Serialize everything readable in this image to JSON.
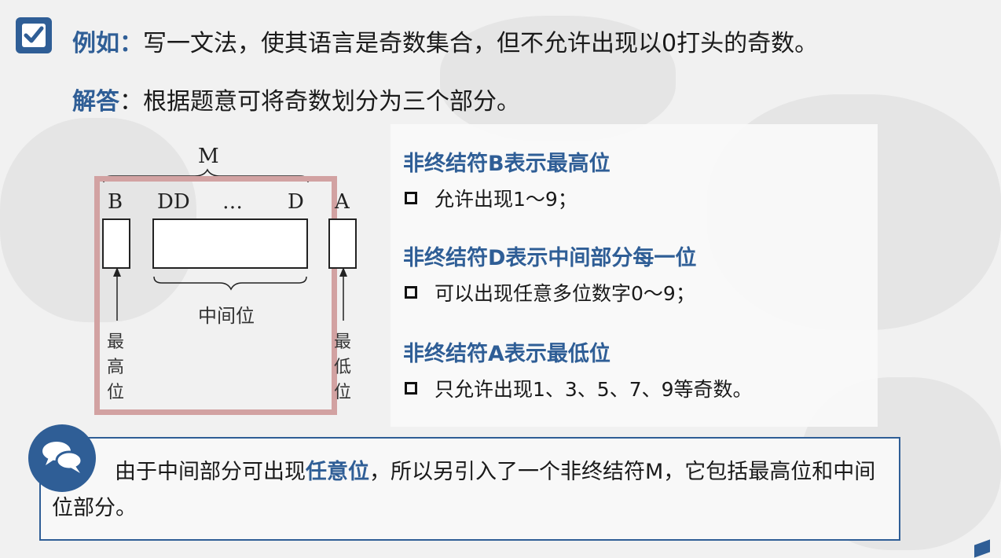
{
  "header": {
    "example_label": "例如：",
    "example_text": "写一文法，使其语言是奇数集合，但不允许出现以0打头的奇数。",
    "answer_label": "解答",
    "answer_text": "：根据题意可将奇数划分为三个部分。"
  },
  "diagram": {
    "m_label": "M",
    "b_label": "B",
    "dd_label": "DD",
    "dots_label": "…",
    "d_label": "D",
    "a_label": "A",
    "middle_label": "中间位",
    "highest_label": "最高位",
    "lowest_label": "最低位"
  },
  "panel": {
    "sections": [
      {
        "title": "非终结符B表示最高位",
        "item": "允许出现1～9；"
      },
      {
        "title": "非终结符D表示中间部分每一位",
        "item": "可以出现任意多位数字0～9；"
      },
      {
        "title": "非终结符A表示最低位",
        "item": "只允许出现1、3、5、7、9等奇数。"
      }
    ]
  },
  "note": {
    "prefix": "由于中间部分可出现",
    "highlight": "任意位",
    "suffix": "，所以另引入了一个非终结符M，它包括最高位和中间位部分。"
  },
  "icons": [
    "checkbox-icon",
    "chat-bubbles-icon"
  ],
  "colors": {
    "accent": "#2f5e96",
    "frame": "#d2a2a2"
  }
}
